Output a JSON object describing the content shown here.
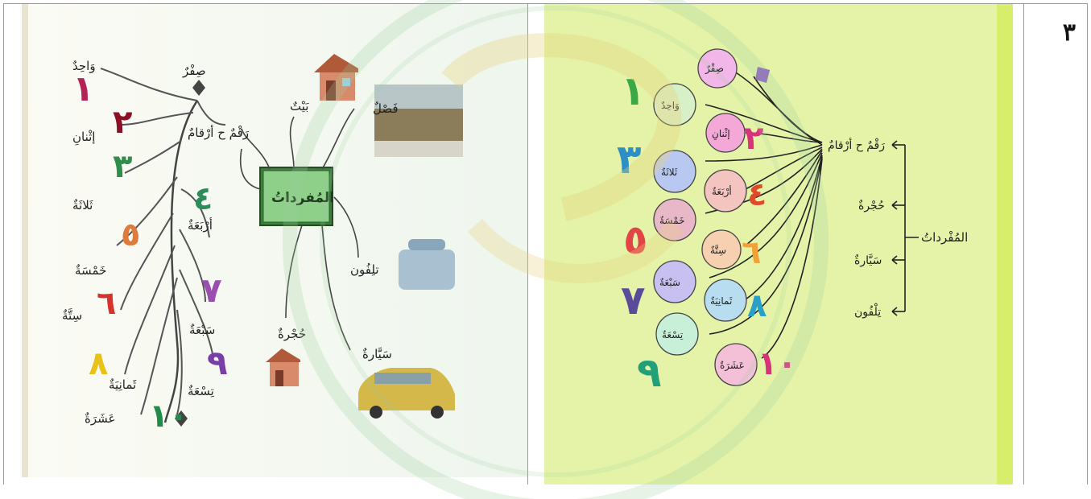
{
  "row_number": "٣",
  "left_map": {
    "center": "المُفرداتُ",
    "branches": [
      "بَيْتٌ",
      "فَصْلٌ",
      "رَقْمٌ ح أرْقامٌ",
      "تلِفُون",
      "حُجْرةٌ",
      "سَيَّارةٌ"
    ],
    "number_words": [
      {
        "digit": "١",
        "word": "وَاحِدٌ",
        "color": "#b32357"
      },
      {
        "digit": "٢",
        "word": "إثْنانِ",
        "color": "#8a1026"
      },
      {
        "digit": "٣",
        "word": "ثَلاثَةٌ",
        "color": "#2f8f4a"
      },
      {
        "digit": "٤",
        "word": "أرْبَعَةٌ",
        "color": "#2c8c5a"
      },
      {
        "digit": "٥",
        "word": "خَمْسَةٌ",
        "color": "#e07a3a"
      },
      {
        "digit": "٦",
        "word": "سِتَّةٌ",
        "color": "#d9322a"
      },
      {
        "digit": "٧",
        "word": "سَبْعَةٌ",
        "color": "#9a4fb0"
      },
      {
        "digit": "٨",
        "word": "ثَمانِيَةٌ",
        "color": "#e8c21a"
      },
      {
        "digit": "٩",
        "word": "تِسْعَةٌ",
        "color": "#7a3ea8"
      },
      {
        "digit": "١٠",
        "word": "عَشَرَةٌ",
        "color": "#1f8c4a"
      }
    ],
    "zero_word": "صِفْرٌ"
  },
  "right_map": {
    "branches": [
      "رَقْمٌ ح أرْقامٌ",
      "حُجْرةٌ",
      "سَيَّارةٌ",
      "تِلْفُون"
    ],
    "root": "المُفْرداتُ",
    "circle_words": [
      "صِفْرٌ",
      "وَاحِدٌ",
      "إثْنانِ",
      "ثَلاثَةٌ",
      "أرْبَعَةٌ",
      "خَمْسَةٌ",
      "سِتَّةٌ",
      "سَبْعَةٌ",
      "ثَمانِيَةٌ",
      "تِسْعَةٌ",
      "عَشَرَةٌ"
    ],
    "big_digits_left": [
      {
        "digit": "١",
        "color": "#3aa845"
      },
      {
        "digit": "٣",
        "color": "#2d8fc4"
      },
      {
        "digit": "٥",
        "color": "#e24545"
      },
      {
        "digit": "٧",
        "color": "#5a4a9a"
      },
      {
        "digit": "٩",
        "color": "#21a07a"
      }
    ],
    "small_digits_mid": [
      {
        "digit": "٢",
        "color": "#d8327a"
      },
      {
        "digit": "٤",
        "color": "#e04a2a"
      },
      {
        "digit": "٦",
        "color": "#f0a238"
      },
      {
        "digit": "٨",
        "color": "#2aa0c8"
      },
      {
        "digit": "١٠",
        "color": "#d8327a"
      }
    ]
  }
}
